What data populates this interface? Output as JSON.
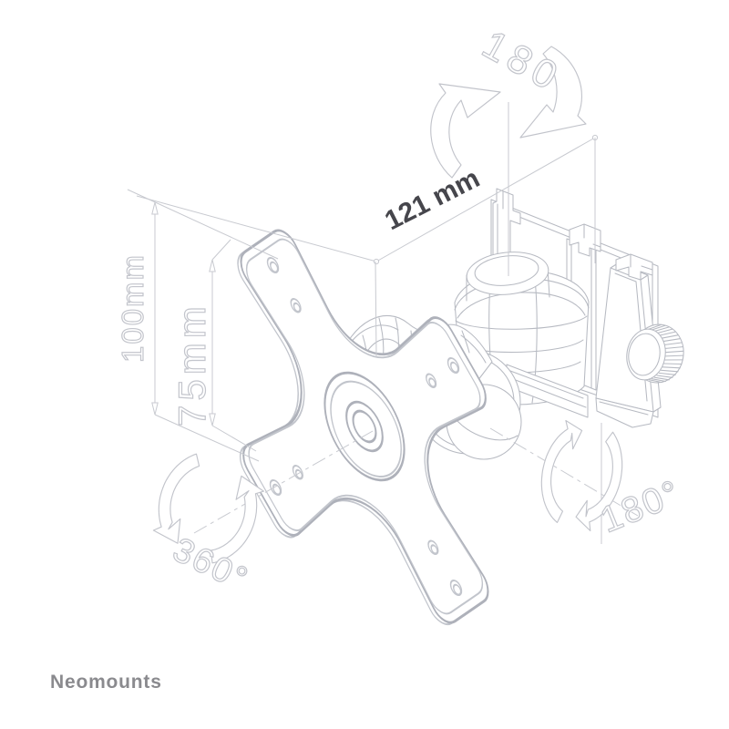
{
  "drawing": {
    "type": "technical line drawing",
    "subject": "monitor wall mount with VESA plate, tilt/swivel ball joint and wall rail bracket"
  },
  "brand": {
    "logo_text": "Neomounts"
  },
  "dimensions": {
    "vesa_outer": "100mm",
    "vesa_inner": "75mm",
    "depth": "121 mm"
  },
  "rotations": {
    "swivel_top": "180",
    "tilt_right": "180°",
    "rotate_plate": "360°"
  },
  "colors": {
    "background": "#ffffff",
    "drawing_line": "#b3b6be",
    "dimension_line": "#c6c8ce",
    "dark_label": "#46464c",
    "brand_text": "#8a8a8e"
  }
}
